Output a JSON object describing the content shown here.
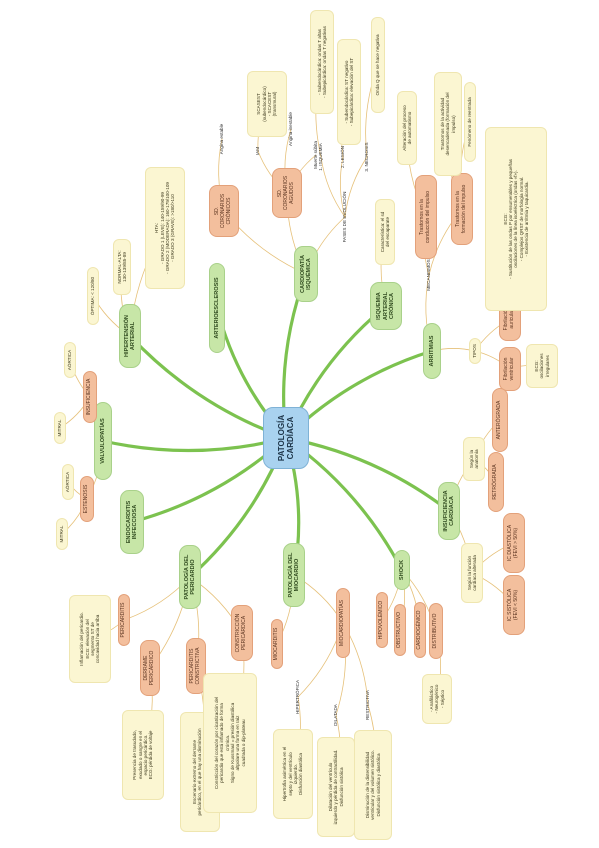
{
  "center": "PATOLOGÍA\nCARDÍACA",
  "branches": {
    "hta": {
      "title": "HIPERTENSIÓN\nARTERIAL",
      "optima": "ÓPTIMA: < 120/80",
      "normal_alta": "NORMAL-ALTA:\n130-139/85-89",
      "hta": "HTA:\n- GRADO 1 (LEVE): 140-159/90-99\n- GRADO 2 (MODERADA): 160-179/100-109\n- GRADO 3 (GRAVE): >180/>110"
    },
    "arterioesclerosis": {
      "title": "ARTERIOESCLEROSIS"
    },
    "cardiopatia": {
      "title": "CARDIOPATÍA\nISQUÉMICA",
      "sd_cronicos": "SD.\nCORONARIOS\nCRÓNICOS",
      "angina_estable": "Angina estable",
      "sd_agudos": "SD.\nCORONARIOS\nAGUDOS",
      "iam": "IAM",
      "angina_inestable": "Angina inestable",
      "muerte_subita": "Muerte súbita",
      "scasest": "SCASEST\n(subendocárdico)\n- SCACEST\n(transmural)",
      "fases": "FASES DE EVOLUCIÓN",
      "isquemia": "1. ISQUEMIA",
      "isquemia_ecg": "- Subendocárdica: ondas T altas\n- Subepicárdica: ondas T negativas",
      "lesion": "2. LESIÓN",
      "lesion_ecg": "- Subendocárdica: ST negativo\n- Subepicárdica: elevación del ST",
      "necrosis": "3. NECROSIS",
      "necrosis_ecg": "Onda Q que se hace negativa"
    },
    "isquemia_cronica": {
      "title": "ISQUEMIA\nARTERIAL\nCRÓNICA",
      "caracteristica": "Característica: el sd\ndel escaparate"
    },
    "arritmias": {
      "title": "ARRITMIAS",
      "mecanismos": "MECANISMOS",
      "conduccion": "Trastornos en la\nconducción del impulso",
      "alteracion": "Alteración del proceso\nde automatismo",
      "formacion": "Trastornos en la\nformación del impulso",
      "actividad": "Trastornos de la actividad\ndesencadenada (formación del\nimpulso)",
      "reentrada": "Fenómeno de reentrada",
      "tipos": "TIPOS",
      "fa": "Fibrilación\nauricular",
      "fa_ecg": "ECG:\n- Sustitución de las ondas P por ensumerables y pequeñas\noscilaciones de la línea isoeléctrica (ondas «f»).\n- Complejos QRST de morfología normal.\n- Existencia de arritmia y taquicardia.",
      "fv": "Fibrilación\nventricular",
      "fv_ecg": "ECG:\noscilaciones\nirregulares"
    },
    "insuficiencia": {
      "title": "INSUFICIENCIA\nCARDÍACA",
      "segun_anatomia": "Según la\nanatomía",
      "anterograda": "ANTERÓGRADA",
      "retrograda": "RETRÓGRADA",
      "segun_funcion": "Según la función\ncardíaca alterada",
      "diastolica": "IC DIASTÓLICA\n(FEVI > 50%)",
      "sistolica": "IC SISTÓLICA\n(FEVI < 50%)"
    },
    "shock": {
      "title": "SHOCK",
      "hipovolemico": "HIPOVOLÉMICO",
      "obstructivo": "OBSTRUCTIVO",
      "cardiogenico": "CARDIOGÉNICO",
      "distributivo": "DISTRIBUTIVO",
      "distributivo_tipos": "- Anafiláctico\n- Neurogénico\n- Séptico"
    },
    "miocardio": {
      "title": "PATOLOGÍA DEL\nMIOCARDIO",
      "miocarditis": "MIOCARDITIS",
      "miocardiopatias": "MIOCARDIOPATÍAS",
      "hipertrofica": "HIPERTRÓFICA",
      "hipertrofica_desc": "Hipertrofia asimétrica en el\nsepto y del ventrículo\nizquierdo.\nDisfunción diastólica",
      "dilatada": "DILATADA",
      "dilatada_desc": "Dilatación del ventrículo\nizquierdo y pérdida de contractilidad.\nDisfunción sistólica",
      "restrictiva": "RESTRICTIVA",
      "restrictiva_desc": "Disminución de la distensibilidad\nventricular y del volumen sistólico.\nDisfunción sistólica y diastólica"
    },
    "pericardio": {
      "title": "PATOLOGÍA DEL\nPERICARDIO",
      "pericarditis": "PERICARDITIS",
      "pericarditis_desc": "Inflamación del pericardio.\nECG: elevación del\nsegmento ST de\nconcavidad hacia arriba",
      "derrame": "DERRAME\nPERICÁRDICO",
      "derrame_desc": "Presencia de trasudado,\nexudado o sangre en el\nespacio pericárdico.\nECG: pérdida de voltaje",
      "constrictiva": "PERICARDITIS\nCONSTRICTIVA",
      "constrictiva_desc": "Escenario extremo del derrame\npericárdico, en el que hay una disminución\nacusada del GC por obstrucción",
      "constriccion": "CONSTRICCIÓN\nPERICÁRDICA",
      "constriccion_desc": "Constricción del corazón por cicatrización del\npericardio que está inflamado de forma\ncrónica.\nSigno de Kussmaul = presión diastólica\naltpolare una forma en raíz\ncuadrada o dip-plateau"
    },
    "endocarditis": {
      "title": "ENDOCARDITIS\nINFECCIOSA"
    },
    "valvulopatias": {
      "title": "VALVULOPATÍAS",
      "insuficiencia": "INSUFICIENCIA",
      "ins_aortica": "AÓRTICA",
      "ins_mitral": "MITRAL",
      "estenosis": "ESTENOSIS",
      "est_aortica": "AÓRTICA",
      "est_mitral": "MITRAL"
    }
  },
  "colors": {
    "branch_line": "#7cc24f",
    "thin_line": "#e6c17a",
    "center_fill": "#a9d2ef",
    "main_fill": "#c7e6a7",
    "sub_fill": "#f3bf9d",
    "leaf_fill": "#fbf6d2"
  }
}
